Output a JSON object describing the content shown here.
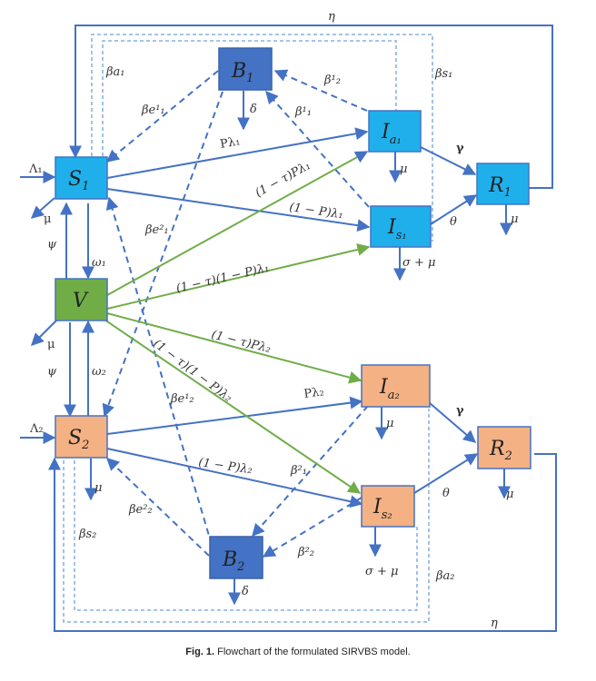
{
  "caption": {
    "prefix": "Fig. 1.",
    "text": "Flowchart of the formulated SIRVBS model."
  },
  "colors": {
    "flow_blue": "#4472c4",
    "flow_green": "#70ad47",
    "dash_light": "#6fa0dc",
    "node_cyan": "#1fb0ec",
    "node_orange": "#f4b183",
    "node_green": "#70ad47",
    "node_darkblue": "#4472c4"
  },
  "nodes": {
    "S1": {
      "main": "S",
      "sub": "1"
    },
    "S2": {
      "main": "S",
      "sub": "2"
    },
    "V": {
      "main": "V",
      "sub": ""
    },
    "B1": {
      "main": "B",
      "sub": "1"
    },
    "B2": {
      "main": "B",
      "sub": "2"
    },
    "Ia1": {
      "main": "I",
      "sub": "a₁"
    },
    "Is1": {
      "main": "I",
      "sub": "s₁"
    },
    "Ia2": {
      "main": "I",
      "sub": "a₂"
    },
    "Is2": {
      "main": "I",
      "sub": "s₂"
    },
    "R1": {
      "main": "R",
      "sub": "1"
    },
    "R2": {
      "main": "R",
      "sub": "2"
    }
  },
  "labels": {
    "eta_top": "η",
    "eta_bottom": "η",
    "beta_a1": "βa₁",
    "beta_s1": "βs₁",
    "beta_s2": "βs₂",
    "beta_a2": "βa₂",
    "beta_e11": "βe¹₁",
    "beta_e21": "βe²₁",
    "beta_e12": "βe¹₂",
    "beta_e22": "βe²₂",
    "beta_21": "β¹₂",
    "beta_11": "β¹₁",
    "beta_12": "β²₁",
    "beta_22": "β²₂",
    "delta_1": "δ",
    "delta_2": "δ",
    "Lambda1": "Λ₁",
    "Lambda2": "Λ₂",
    "mu_S1": "μ",
    "mu_V": "μ",
    "mu_S2": "μ",
    "mu_Ia1": "μ",
    "mu_R1": "μ",
    "mu_Ia2": "μ",
    "mu_R2": "μ",
    "sigma_mu_1": "σ + μ",
    "sigma_mu_2": "σ + μ",
    "psi_1": "ψ",
    "psi_2": "ψ",
    "omega_1": "ω₁",
    "omega_2": "ω₂",
    "gamma_1": "γ",
    "gamma_2": "γ",
    "theta_1": "θ",
    "theta_2": "θ",
    "P_lambda1": "Pλ₁",
    "P_lambda2": "Pλ₂",
    "oneminusP_lambda1": "(1 − P)λ₁",
    "oneminusP_lambda2": "(1 − P)λ₂",
    "tau_P_lambda1": "(1 − τ)Pλ₁",
    "tau_P_lambda2": "(1 − τ)Pλ₂",
    "tau_oneminusP_lambda1": "(1 − τ)(1 − P)λ₁",
    "tau_oneminusP_lambda2": "(1 − τ)(1 − P)λ₂"
  }
}
